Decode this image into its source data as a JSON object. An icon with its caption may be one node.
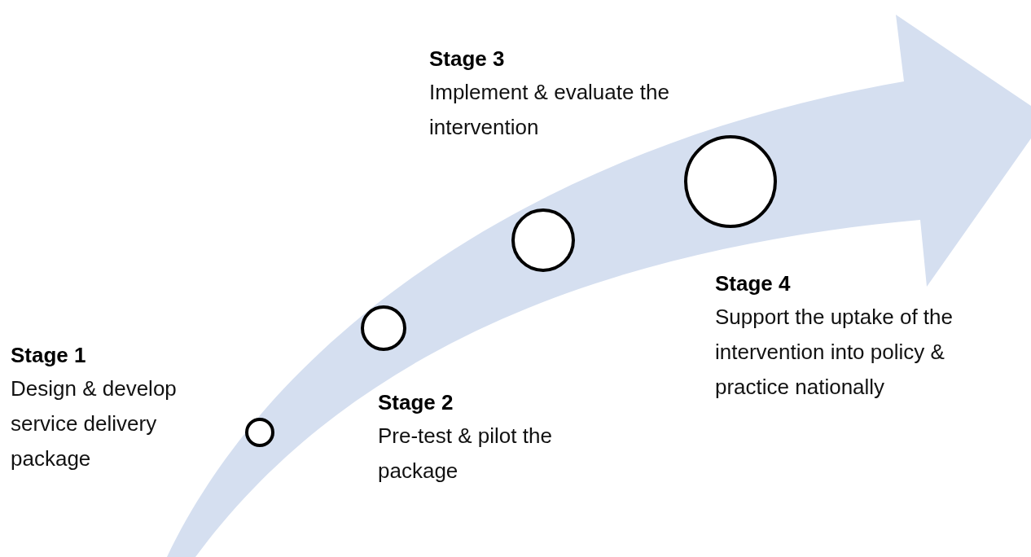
{
  "diagram": {
    "nodes": [
      {
        "text": [],
        "shape": "circle"
      },
      {
        "text": [],
        "shape": "circle"
      },
      {
        "text": [],
        "shape": "circle"
      },
      {
        "text": [],
        "shape": "circle"
      }
    ],
    "labels": [
      "Stage 1",
      "Design & develop service delivery package",
      "Stage 2",
      "Pre-test & pilot the package",
      "Stage 3",
      "Implement & evaluate the intervention",
      "Stage 4",
      "Support the uptake of the intervention into policy & practice nationally"
    ]
  }
}
